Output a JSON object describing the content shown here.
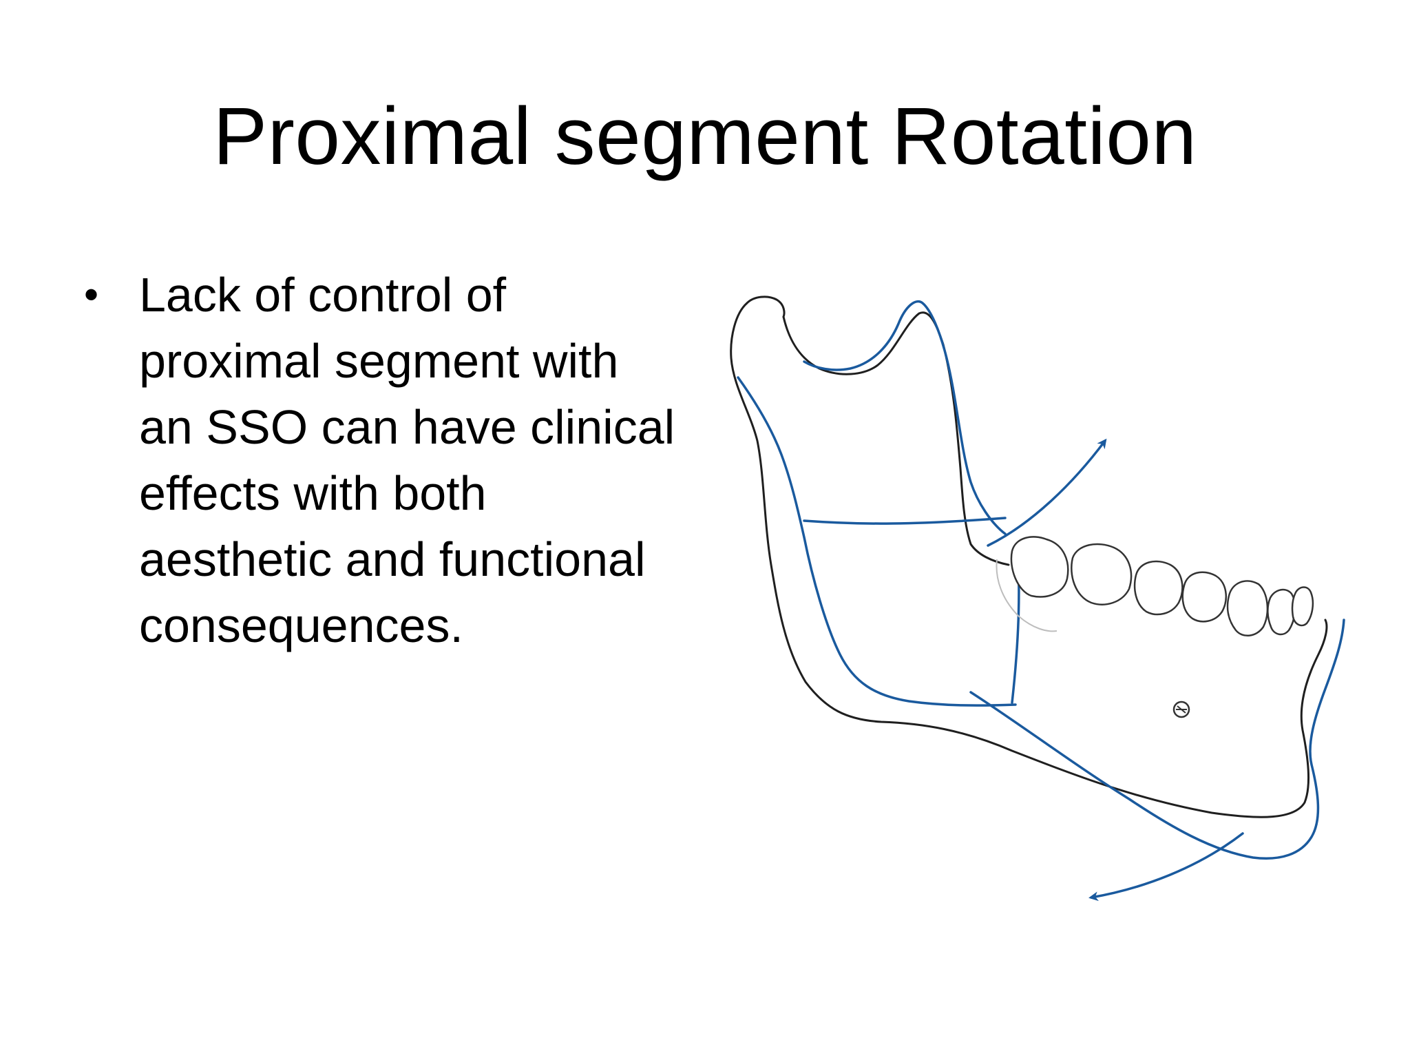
{
  "slide": {
    "title": "Proximal segment Rotation",
    "bullets": [
      {
        "lines": [
          "Lack of control of",
          "proximal segment with",
          "an SSO can have clinical",
          "effects with both",
          "aesthetic and functional",
          "consequences."
        ]
      }
    ]
  },
  "illustration": {
    "subject": "mandible",
    "colors": {
      "original_outline": "#1f1f1f",
      "rotated_outline": "#1a5a9e",
      "arrow": "#1a5a9e"
    }
  },
  "bullet_glyph": "•"
}
